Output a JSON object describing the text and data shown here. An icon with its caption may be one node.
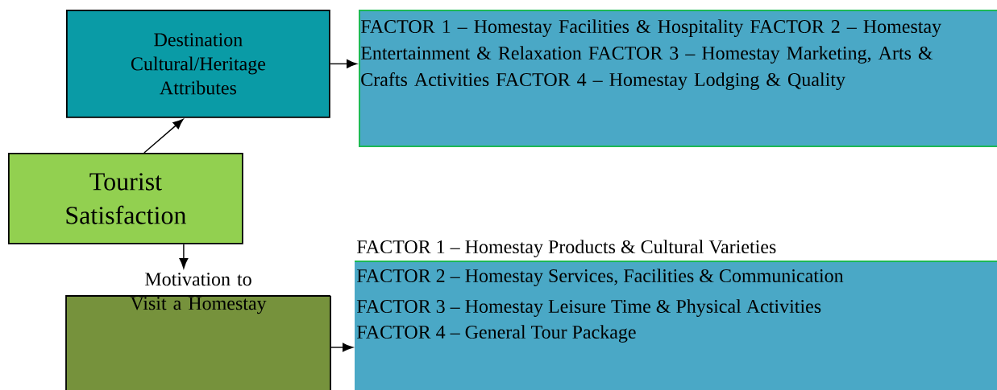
{
  "diagram": {
    "nodes": [
      {
        "text": [
          "Destination Cultural/Heritage Attributes"
        ]
      },
      {
        "text": [
          "FACTOR 1 – Homestay Facilities & Hospitality FACTOR 2 – Homestay Entertainment & Relaxation FACTOR 3 – Homestay Marketing, Arts & Crafts Activities FACTOR 4 – Homestay Lodging & Quality"
        ]
      },
      {
        "text": [
          "Tourist Satisfaction"
        ]
      },
      {
        "text": [
          "Motivation to Visit a Homestay"
        ]
      },
      {
        "text": [
          "FACTOR 1 – Homestay Products & Cultural Varieties",
          "FACTOR 2 – Homestay Services, Facilities & Communication",
          "FACTOR 3 – Homestay Leisure Time & Physical Activities",
          "FACTOR 4 – General Tour Package"
        ]
      }
    ],
    "edges": [
      {
        "from": 2,
        "to": 0,
        "arrow": "to"
      },
      {
        "from": 0,
        "to": 1,
        "arrow": "to"
      },
      {
        "from": 2,
        "to": 3,
        "arrow": "to"
      },
      {
        "from": 3,
        "to": 4,
        "arrow": "to"
      }
    ]
  }
}
